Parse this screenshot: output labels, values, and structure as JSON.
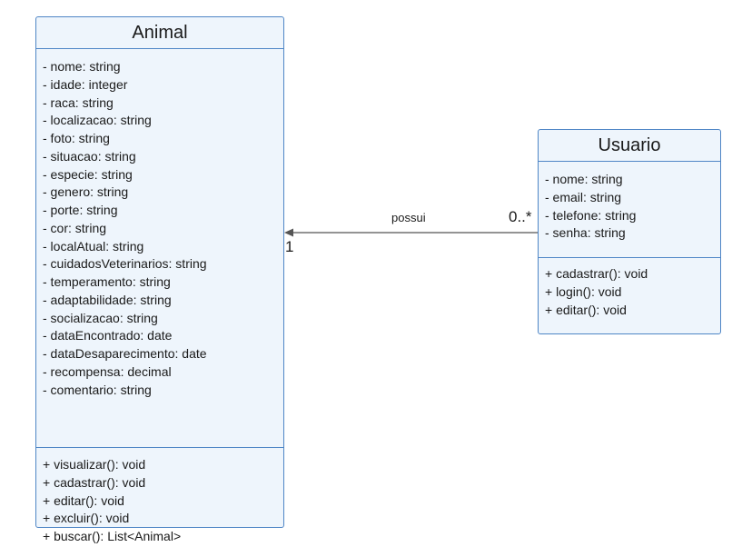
{
  "diagram": {
    "classes": [
      {
        "name": "Animal",
        "attributes": [
          "- nome: string",
          "- idade: integer",
          "- raca: string",
          "- localizacao: string",
          "- foto: string",
          "- situacao: string",
          "- especie: string",
          "- genero: string",
          "- porte: string",
          "- cor: string",
          "- localAtual: string",
          "- cuidadosVeterinarios: string",
          "- temperamento: string",
          "- adaptabilidade: string",
          "- socializacao: string",
          "- dataEncontrado: date",
          "- dataDesaparecimento: date",
          "- recompensa: decimal",
          "- comentario: string"
        ],
        "methods": [
          "+ visualizar(): void",
          "+ cadastrar(): void",
          "+ editar(): void",
          "+ excluir(): void",
          "+ buscar(): List<Animal>"
        ]
      },
      {
        "name": "Usuario",
        "attributes": [
          "- nome: string",
          "- email: string",
          "- telefone: string",
          "- senha: string"
        ],
        "methods": [
          "+ cadastrar(): void",
          "+ login(): void",
          "+ editar(): void"
        ]
      }
    ],
    "association": {
      "name": "possui",
      "from": "Usuario",
      "to": "Animal",
      "target_multiplicity": "1",
      "source_multiplicity": "0..*"
    },
    "colors": {
      "class_fill": "#eef5fc",
      "class_border": "#4f86c6",
      "line": "#555555",
      "text": "#1a1a1a"
    }
  }
}
